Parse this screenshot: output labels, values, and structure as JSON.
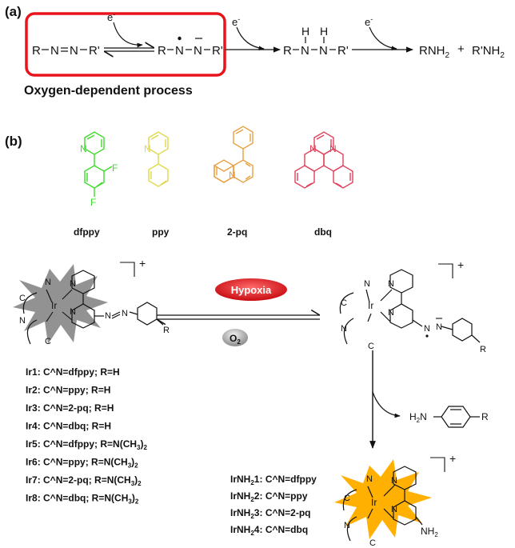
{
  "panel_a": {
    "label": "(a)",
    "azo": [
      "R",
      "N",
      "N",
      "R'"
    ],
    "radical": [
      "R",
      "N",
      "N",
      "R'"
    ],
    "hydrazo": [
      "R",
      "N",
      "N",
      "R'"
    ],
    "h_label": "H",
    "electron": "e",
    "electron_sup": "-",
    "amine_1": "RNH",
    "amine_1_sub": "2",
    "plus": "+",
    "amine_2": "R'NH",
    "amine_2_sub": "2",
    "process_label": "Oxygen-dependent process",
    "box_color": "#e8141c"
  },
  "panel_b": {
    "label": "(b)",
    "ligands": [
      {
        "name": "dfppy",
        "color": "#3ddc2a",
        "atoms": [
          "N",
          "F",
          "F"
        ]
      },
      {
        "name": "ppy",
        "color": "#e8e05a",
        "atoms": [
          "N"
        ]
      },
      {
        "name": "2-pq",
        "color": "#e8a040",
        "atoms": [
          "N"
        ]
      },
      {
        "name": "dbq",
        "color": "#e0405a",
        "atoms": [
          "N",
          "N"
        ]
      }
    ],
    "complex_left": {
      "metal": "Ir",
      "atoms": [
        "N",
        "C",
        "N",
        "C",
        "N",
        "N",
        "N",
        "N",
        "R"
      ],
      "charge": "+",
      "burst_color": "#8c8c8c"
    },
    "hypoxia_label": "Hypoxia",
    "hypoxia_color": "#e8141c",
    "oxygen_label": "O",
    "oxygen_sub": "2",
    "complex_right": {
      "metal": "Ir",
      "atoms": [
        "N",
        "C",
        "N",
        "C",
        "N",
        "N",
        "N",
        "N",
        "R"
      ],
      "charge": "+"
    },
    "aniline": {
      "amine": "H",
      "amine_sub": "2",
      "amine_n": "N",
      "r": "R"
    },
    "ir_list": [
      {
        "name": "Ir1",
        "text": ": C^N=dfppy; R=H"
      },
      {
        "name": "Ir2",
        "text": ": C^N=ppy; R=H"
      },
      {
        "name": "Ir3",
        "text": ": C^N=2-pq; R=H"
      },
      {
        "name": "Ir4",
        "text": ": C^N=dbq; R=H"
      },
      {
        "name": "Ir5",
        "text": ": C^N=dfppy; R=N(CH",
        "sub": "3",
        "tail": ")",
        "tail_sub": "2"
      },
      {
        "name": "Ir6",
        "text": ": C^N=ppy; R=N(CH",
        "sub": "3",
        "tail": ")",
        "tail_sub": "2"
      },
      {
        "name": "Ir7",
        "text": ": C^N=2-pq; R=N(CH",
        "sub": "3",
        "tail": ")",
        "tail_sub": "2"
      },
      {
        "name": "Ir8",
        "text": ": C^N=dbq; R=N(CH",
        "sub": "3",
        "tail": ")",
        "tail_sub": "2"
      }
    ],
    "product": {
      "metal": "Ir",
      "atoms": [
        "N",
        "C",
        "N",
        "C",
        "N",
        "N"
      ],
      "nh2": "NH",
      "nh2_sub": "2",
      "charge": "+",
      "burst_color": "#ffb000"
    },
    "irnh2_list": [
      {
        "name": "IrNH",
        "sub": "2",
        "idx": "1",
        "text": ": C^N=dfppy"
      },
      {
        "name": "IrNH",
        "sub": "2",
        "idx": "2",
        "text": ": C^N=ppy"
      },
      {
        "name": "IrNH",
        "sub": "2",
        "idx": "3",
        "text": ": C^N=2-pq"
      },
      {
        "name": "IrNH",
        "sub": "2",
        "idx": "4",
        "text": ": C^N=dbq"
      }
    ]
  }
}
